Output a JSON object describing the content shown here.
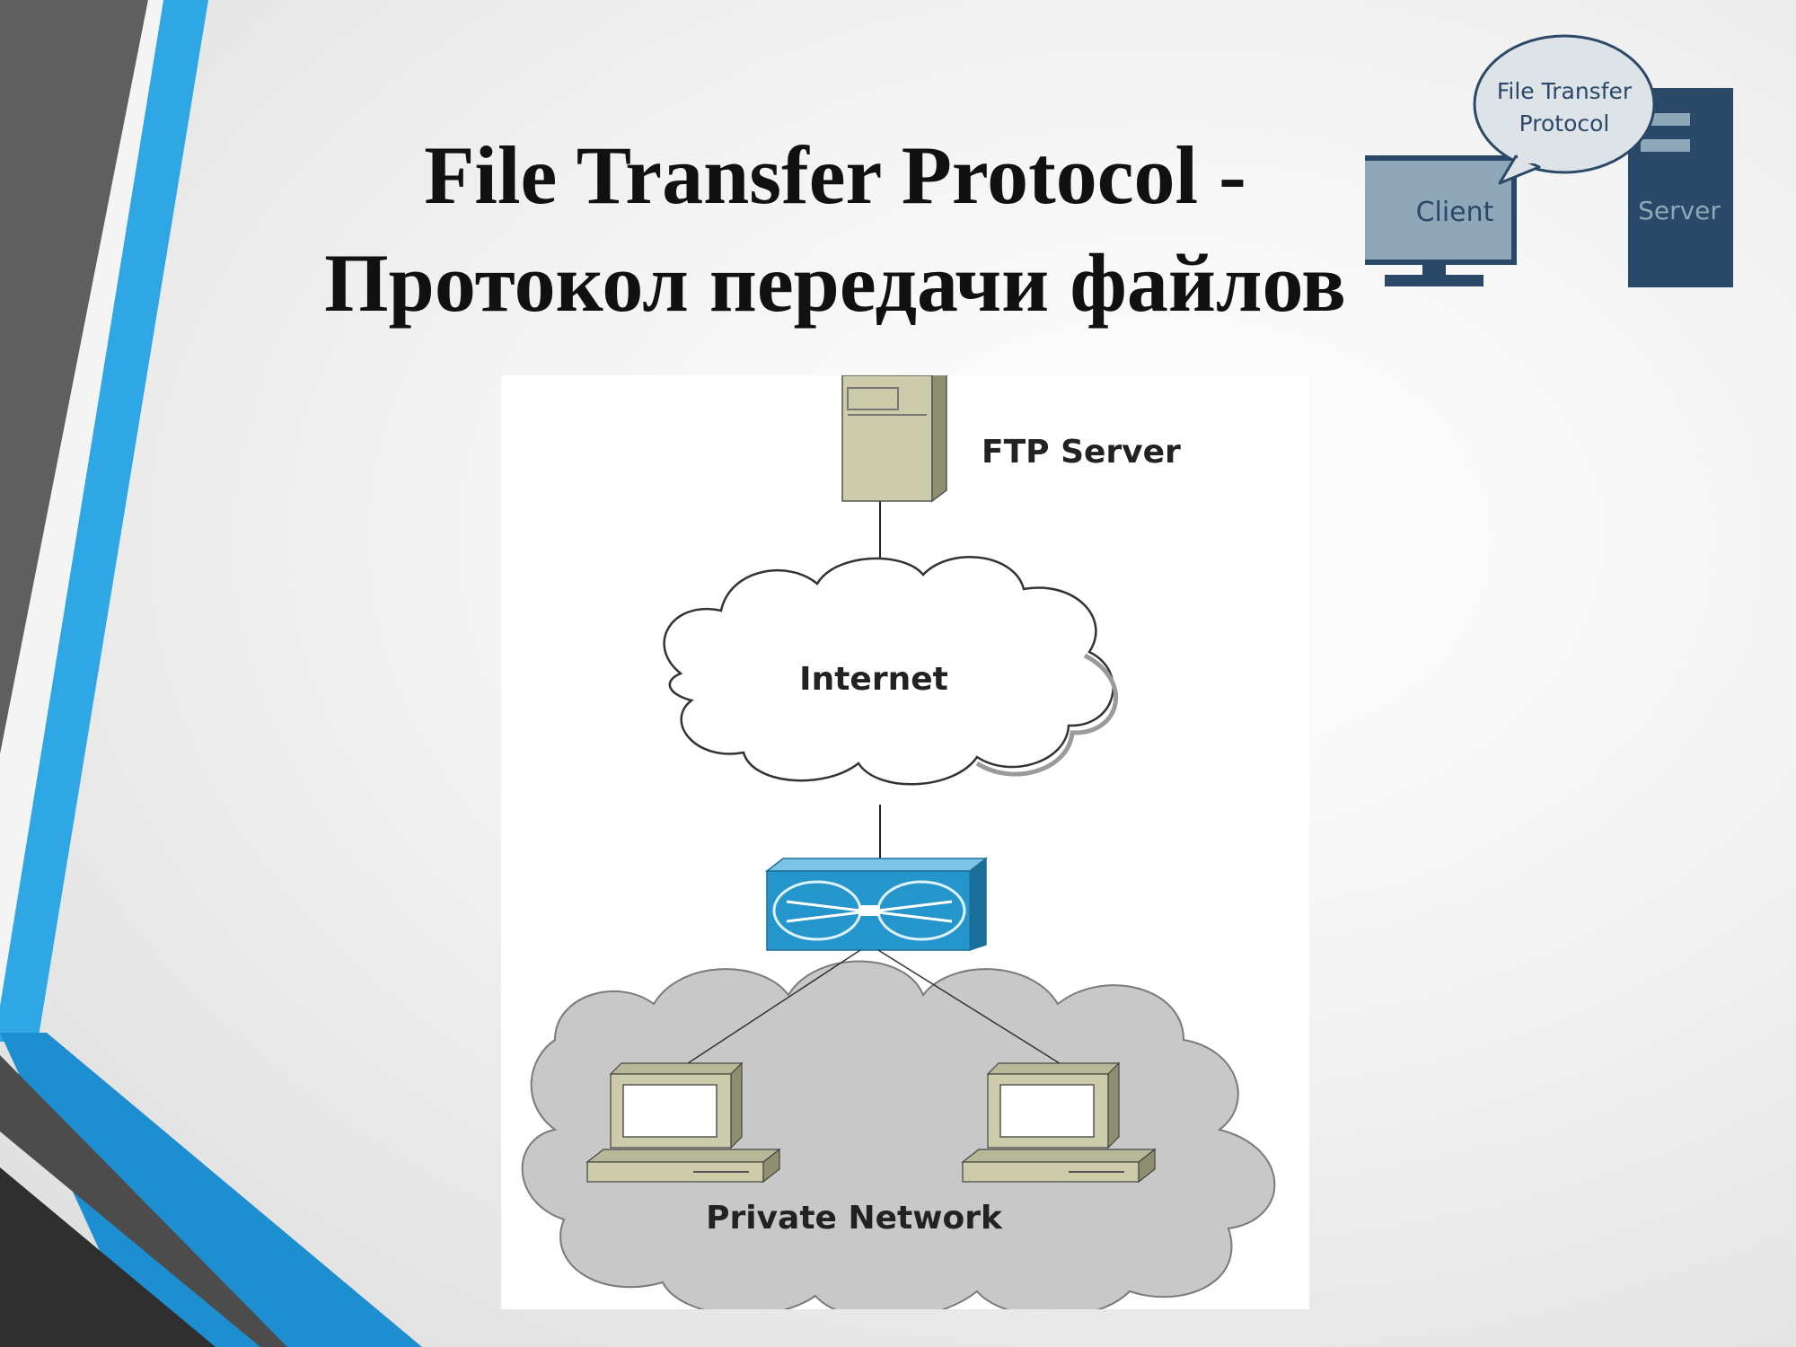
{
  "slide": {
    "title_line1": "File Transfer Protocol -",
    "title_line2": "Протокол передачи файлов"
  },
  "icon": {
    "bubble_line1": "File Transfer",
    "bubble_line2": "Protocol",
    "client_label": "Client",
    "server_label": "Server",
    "colors": {
      "dark": "#2a4868",
      "light": "#8ea7b9",
      "bubble": "#dde3e6"
    }
  },
  "diagram": {
    "server_label": "FTP Server",
    "internet_label": "Internet",
    "network_label": "Private Network",
    "device_icons": [
      "server-tower-icon",
      "cloud-icon",
      "router-icon",
      "desktop-computer-icon",
      "desktop-computer-icon"
    ],
    "colors": {
      "router": "#2596cc",
      "private_cloud": "#c8c8c8",
      "device": "#ccccaa"
    }
  },
  "theme": {
    "accent_blue": "#2ea7e4",
    "accent_gray": "#5b5b5b"
  }
}
